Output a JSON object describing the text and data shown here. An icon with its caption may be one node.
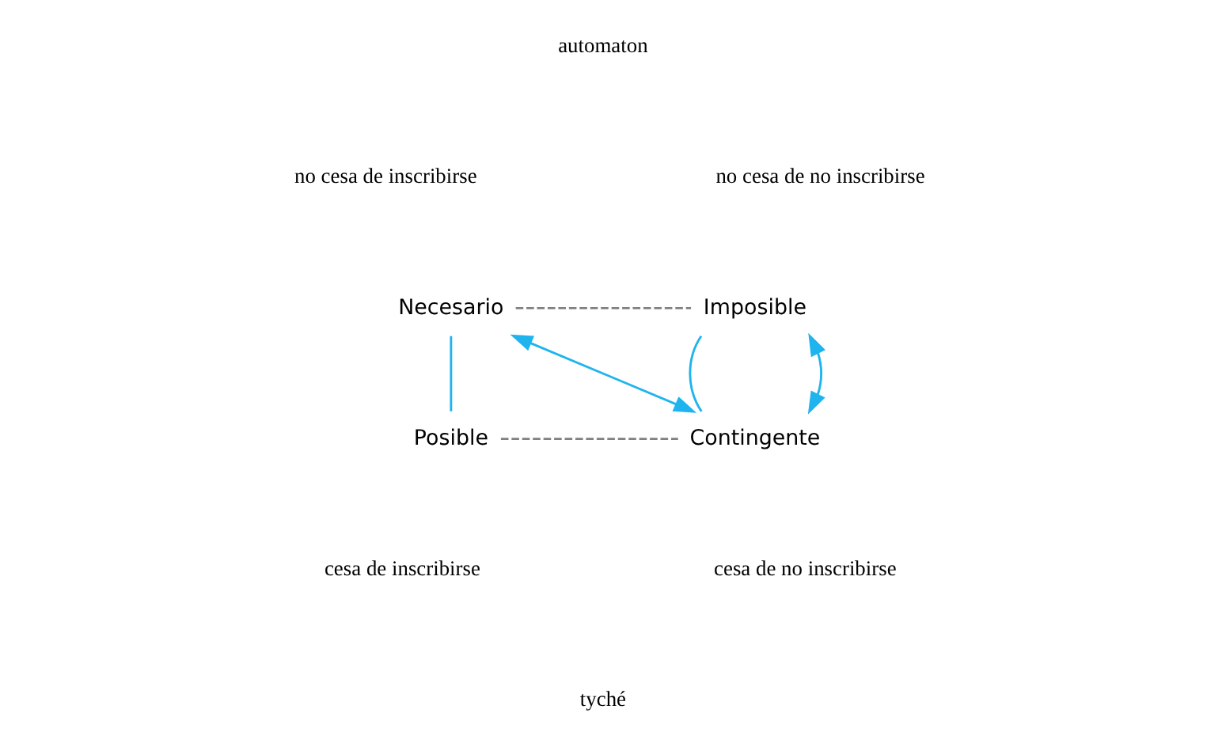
{
  "diagram": {
    "nodes": [
      {
        "text": [
          "Necesario"
        ]
      },
      {
        "text": [
          "Imposible"
        ]
      },
      {
        "text": [
          "Posible"
        ]
      },
      {
        "text": [
          "Contingente"
        ]
      }
    ],
    "edges": [
      {
        "from": 0,
        "to": 1,
        "arrow": "none",
        "style": "dashed",
        "color": "#808080"
      },
      {
        "from": 0,
        "to": 2,
        "arrow": "none"
      },
      {
        "from": 0,
        "to": 3,
        "arrow": "both"
      },
      {
        "from": 1,
        "to": 3,
        "arrow": "none"
      },
      {
        "from": 1,
        "to": 3,
        "arrow": "both"
      },
      {
        "from": 2,
        "to": 3,
        "arrow": "none",
        "style": "dashed",
        "color": "#808080"
      }
    ],
    "labels": [
      "automaton",
      "no cesa de inscribirse",
      "no cesa de no inscribirse",
      "cesa de inscribirse",
      "cesa de no inscribirse",
      "tyché"
    ]
  }
}
